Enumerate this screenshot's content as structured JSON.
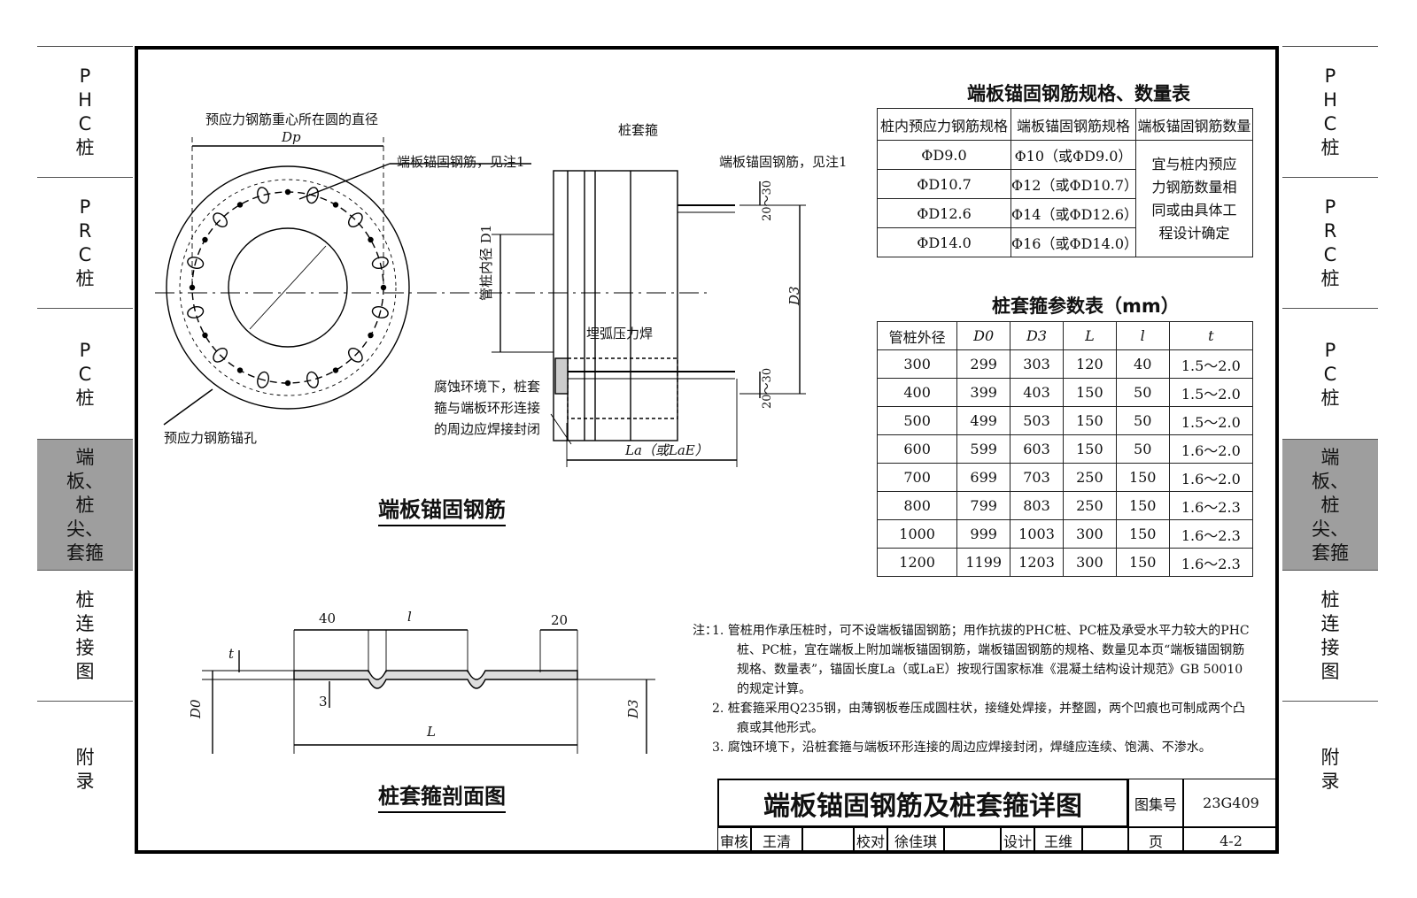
{
  "side_tabs": [
    {
      "label": "PHC桩",
      "active": false
    },
    {
      "label": "PRC桩",
      "active": false
    },
    {
      "label": "PC桩",
      "active": false
    },
    {
      "label": "端板、桩尖、套箍",
      "active": true
    },
    {
      "label": "桩连接图",
      "active": false
    },
    {
      "label": "附录",
      "active": false
    }
  ],
  "anchor_table": {
    "title": "端板锚固钢筋规格、数量表",
    "headers": [
      "桩内预应力钢筋规格",
      "端板锚固钢筋规格",
      "端板锚固钢筋数量"
    ],
    "rows": [
      [
        "ΦD9.0",
        "Φ10（或ΦD9.0）"
      ],
      [
        "ΦD10.7",
        "Φ12（或ΦD10.7）"
      ],
      [
        "ΦD12.6",
        "Φ14（或ΦD12.6）"
      ],
      [
        "ΦD14.0",
        "Φ16（或ΦD14.0）"
      ]
    ],
    "merged_note": "宜与桩内预应力钢筋数量相同或由具体工程设计确定"
  },
  "hoop_table": {
    "title": "桩套箍参数表（mm）",
    "headers": [
      "管桩外径",
      "D0",
      "D3",
      "L",
      "l",
      "t"
    ],
    "rows": [
      [
        "300",
        "299",
        "303",
        "120",
        "40",
        "1.5～2.0"
      ],
      [
        "400",
        "399",
        "403",
        "150",
        "50",
        "1.5～2.0"
      ],
      [
        "500",
        "499",
        "503",
        "150",
        "50",
        "1.5～2.0"
      ],
      [
        "600",
        "599",
        "603",
        "150",
        "50",
        "1.6～2.0"
      ],
      [
        "700",
        "699",
        "703",
        "250",
        "150",
        "1.6～2.0"
      ],
      [
        "800",
        "799",
        "803",
        "250",
        "150",
        "1.6～2.3"
      ],
      [
        "1000",
        "999",
        "1003",
        "300",
        "150",
        "1.6～2.3"
      ],
      [
        "1200",
        "1199",
        "1203",
        "300",
        "150",
        "1.6～2.3"
      ]
    ]
  },
  "drawing": {
    "label_dp_desc": "预应力钢筋重心所在圆的直径",
    "label_dp": "Dp",
    "label_anchor_left": "端板锚固钢筋，见注1",
    "label_hole": "预应力钢筋锚孔",
    "label_hoop": "桩套箍",
    "label_anchor_right": "端板锚固钢筋，见注1",
    "label_inner_dia": "管桩内径 D1",
    "label_weld": "埋弧压力焊",
    "label_corrosion": "腐蚀环境下，桩套箍与端板环形连接的周边应焊接封闭",
    "label_la": "La（或LaE）",
    "label_d3": "D3",
    "dim_20_30_top": "20～30",
    "dim_20_30_bottom": "20～30",
    "caption_1": "端板锚固钢筋",
    "caption_2": "桩套箍剖面图",
    "sec_40": "40",
    "sec_l": "l",
    "sec_20": "20",
    "sec_t": "t",
    "sec_3": "3",
    "sec_L": "L",
    "sec_D0": "D0",
    "sec_D3": "D3"
  },
  "notes": {
    "prefix": "注：",
    "items": [
      "1. 管桩用作承压桩时，可不设端板锚固钢筋；用作抗拔的PHC桩、PC桩及承受水平力较大的PHC桩、PC桩，宜在端板上附加端板锚固钢筋，端板锚固钢筋的规格、数量见本页“端板锚固钢筋规格、数量表”，锚固长度La（或LaE）按现行国家标准《混凝土结构设计规范》GB 50010的规定计算。",
      "2. 桩套箍采用Q235钢，由薄钢板卷压成圆柱状，接缝处焊接，并整圆，两个凹痕也可制成两个凸痕或其他形式。",
      "3. 腐蚀环境下，沿桩套箍与端板环形连接的周边应焊接封闭，焊缝应连续、饱满、不渗水。"
    ]
  },
  "title_block": {
    "title": "端板锚固钢筋及桩套箍详图",
    "atlas_label": "图集号",
    "atlas_no": "23G409",
    "review_label": "审核",
    "reviewer": "王清",
    "check_label": "校对",
    "checker": "徐佳琪",
    "design_label": "设计",
    "designer": "王维",
    "page_label": "页",
    "page_no": "4-2"
  }
}
